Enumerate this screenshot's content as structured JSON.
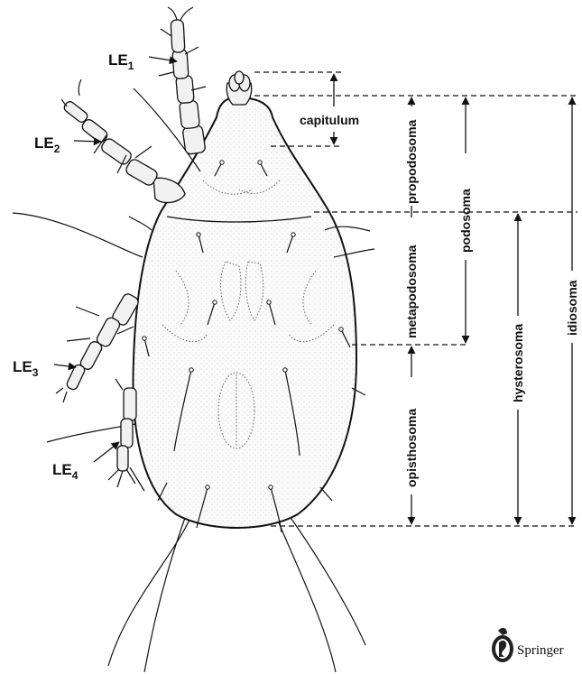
{
  "figure": {
    "legs": [
      {
        "id": "LE1",
        "main": "LE",
        "sub": "1"
      },
      {
        "id": "LE2",
        "main": "LE",
        "sub": "2"
      },
      {
        "id": "LE3",
        "main": "LE",
        "sub": "3"
      },
      {
        "id": "LE4",
        "main": "LE",
        "sub": "4"
      }
    ],
    "regions": {
      "capitulum": "capitulum",
      "propodosoma": "propodosoma",
      "metapodosoma": "metapodosoma",
      "opisthosoma": "opisthosoma",
      "podosoma": "podosoma",
      "hysterosoma": "hysterosoma",
      "idiosoma": "idiosoma"
    },
    "publisher": "Springer"
  }
}
